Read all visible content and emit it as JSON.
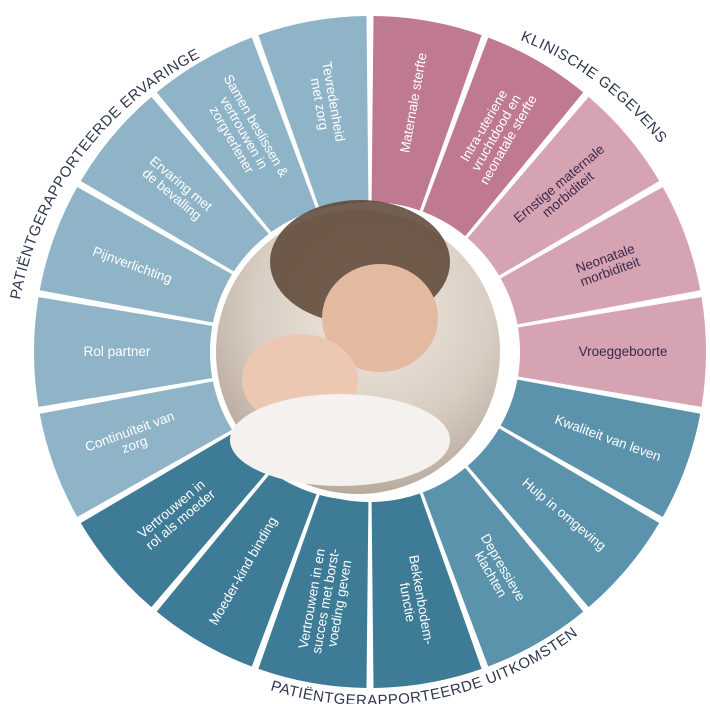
{
  "colors": {
    "clinical_dark": "#bf7a8f",
    "clinical_light": "#d6a3b3",
    "experience": "#8fb4c8",
    "outcome_light": "#5b93ad",
    "outcome_dark": "#3e7b97",
    "center_photo": "#d8cdc4",
    "title_text": "#2f3850"
  },
  "titles": {
    "clinical": "KLINISCHE GEGEVENS",
    "experiences": "PATIËNTGERAPPORTEERDE ERVARINGEN",
    "outcomes": "PATIËNTGERAPPORTEERDE UITKOMSTEN"
  },
  "segments": [
    {
      "label": [
        "Maternale sterfte"
      ],
      "color": "clinical_dark",
      "dark_text": false
    },
    {
      "label": [
        "Intra-uteriene",
        "vruchtdood en",
        "neonatale sterfte"
      ],
      "color": "clinical_dark",
      "dark_text": false
    },
    {
      "label": [
        "Ernstige maternale",
        "morbiditeit"
      ],
      "color": "clinical_light",
      "dark_text": true
    },
    {
      "label": [
        "Neonatale",
        "morbiditeit"
      ],
      "color": "clinical_light",
      "dark_text": true
    },
    {
      "label": [
        "Vroeggeboorte"
      ],
      "color": "clinical_light",
      "dark_text": true
    },
    {
      "label": [
        "Kwaliteit van leven"
      ],
      "color": "outcome_light",
      "dark_text": false
    },
    {
      "label": [
        "Hulp in omgeving"
      ],
      "color": "outcome_light",
      "dark_text": false
    },
    {
      "label": [
        "Depressieve",
        "klachten"
      ],
      "color": "outcome_light",
      "dark_text": false
    },
    {
      "label": [
        "Bekkenbodem-",
        "functie"
      ],
      "color": "outcome_dark",
      "dark_text": false
    },
    {
      "label": [
        "Vertrouwen in en",
        "succes met borst-",
        "voeding geven"
      ],
      "color": "outcome_dark",
      "dark_text": false
    },
    {
      "label": [
        "Moeder-kind binding"
      ],
      "color": "outcome_dark",
      "dark_text": false
    },
    {
      "label": [
        "Vertrouwen in",
        "rol als moeder"
      ],
      "color": "outcome_dark",
      "dark_text": false
    },
    {
      "label": [
        "Continuïteit van",
        "zorg"
      ],
      "color": "experience",
      "dark_text": false
    },
    {
      "label": [
        "Rol partner"
      ],
      "color": "experience",
      "dark_text": false
    },
    {
      "label": [
        "Pijnverlichting"
      ],
      "color": "experience",
      "dark_text": false
    },
    {
      "label": [
        "Ervaring met",
        "de bevalling"
      ],
      "color": "experience",
      "dark_text": false
    },
    {
      "label": [
        "Samen beslissen &",
        "vertrouwen in",
        "zorgverlener"
      ],
      "color": "experience",
      "dark_text": false
    },
    {
      "label": [
        "Tevredenheid",
        "met zorg"
      ],
      "color": "experience",
      "dark_text": false
    }
  ]
}
